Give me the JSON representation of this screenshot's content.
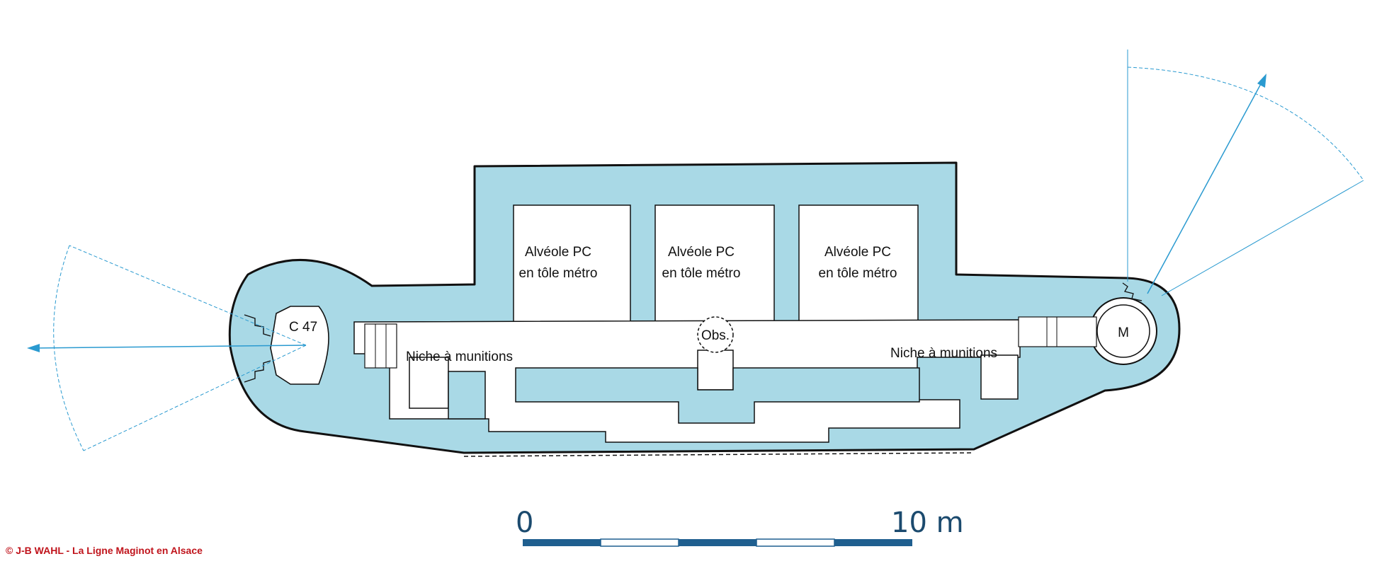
{
  "labels": {
    "alveole_line1": "Alvéole PC",
    "alveole_line2": "en tôle métro",
    "niche": "Niche à munitions",
    "c47": "C 47",
    "obs": "Obs.",
    "m": "M"
  },
  "scale": {
    "start": "0",
    "end": "10 m"
  },
  "credit": "© J-B WAHL - La Ligne Maginot en Alsace",
  "colors": {
    "concrete": "#a9d9e6",
    "outline": "#111111",
    "arrow": "#2a9ad0",
    "credit": "#c0141c",
    "scale_blue": "#1f5f8f"
  }
}
